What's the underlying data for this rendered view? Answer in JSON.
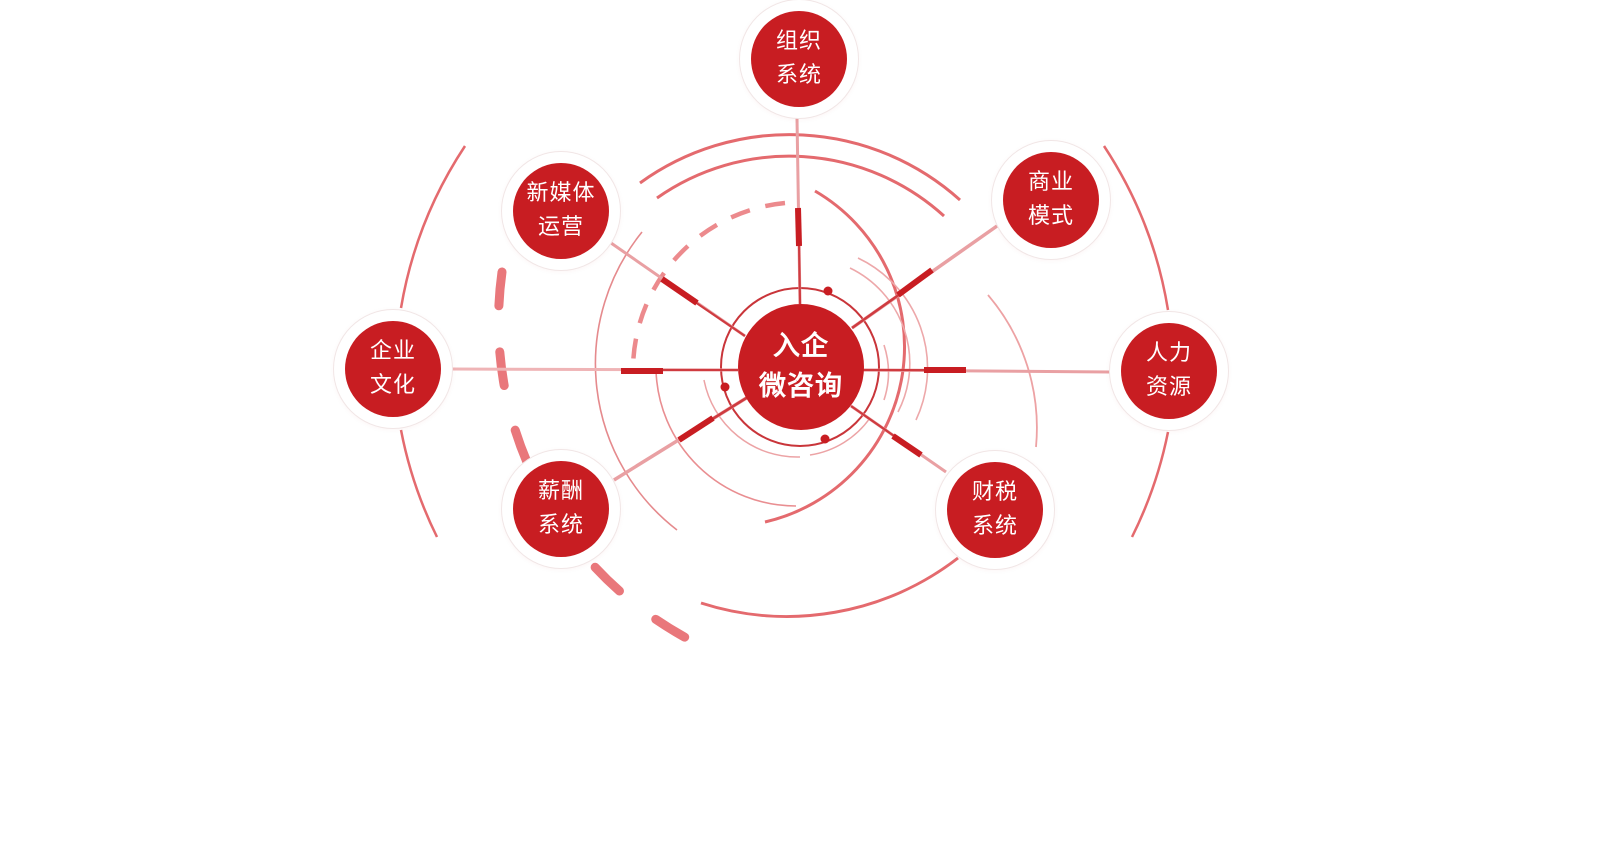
{
  "center": {
    "line1": "入企",
    "line2": "微咨询"
  },
  "nodes": [
    {
      "id": "org",
      "line1": "组织",
      "line2": "系统"
    },
    {
      "id": "business",
      "line1": "商业",
      "line2": "模式"
    },
    {
      "id": "hr",
      "line1": "人力",
      "line2": "资源"
    },
    {
      "id": "finance",
      "line1": "财税",
      "line2": "系统"
    },
    {
      "id": "salary",
      "line1": "薪酬",
      "line2": "系统"
    },
    {
      "id": "culture",
      "line1": "企业",
      "line2": "文化"
    },
    {
      "id": "media",
      "line1": "新媒体",
      "line2": "运营"
    }
  ],
  "colors": {
    "primary": "#c81d22",
    "ring": "#e46a6e",
    "ring_light": "#efa9ab",
    "spoke": "#e9a0a3"
  }
}
